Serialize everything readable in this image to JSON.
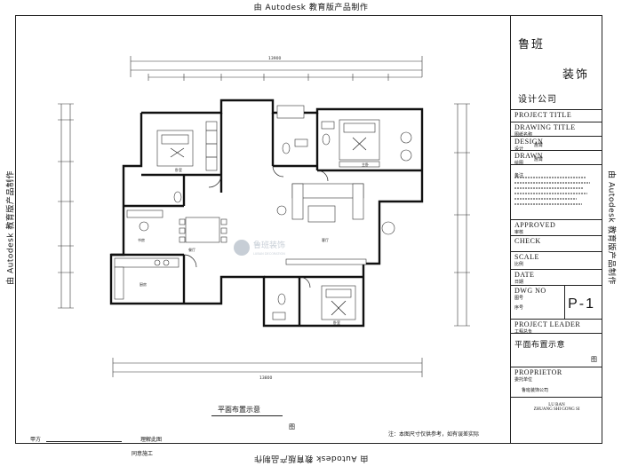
{
  "stamps": {
    "top": "由 Autodesk 教育版产品制作",
    "bottom": "由 Autodesk 教育版产品制作",
    "left": "由 Autodesk 教育版产品制作",
    "right": "由 Autodesk 教育版产品制作"
  },
  "title_block": {
    "company_line1": "鲁班",
    "company_line2": "装饰",
    "company_line3": "设计公司",
    "rows": [
      {
        "en": "PROJECT   TITLE",
        "cn": ""
      },
      {
        "en": "DRAWING   TITLE",
        "cn": "图纸名称"
      },
      {
        "en": "DESIGN",
        "cn": "设计",
        "value": "詹霄"
      },
      {
        "en": "DRAWN",
        "cn": "绘图",
        "value": "詹霄"
      }
    ],
    "notes_label": "备注",
    "approved": "APPROVED",
    "approved_cn": "审核",
    "check": "CHECK",
    "scale": "SCALE",
    "scale_cn": "比例",
    "date": "DATE",
    "date_cn": "日期",
    "dwg_no": "DWG   NO",
    "dwg_no_cn": "图号",
    "sheet_no_cn": "序号",
    "sheet_number": "P-1",
    "project_leader": "PROJECT  LEADER",
    "project_leader_cn": "工程总负",
    "plan_title": "平面布置示意",
    "plan_title_suffix": "图",
    "proprietor": "PROPRIETOR",
    "proprietor_cn": "委托单位",
    "proprietor_value": "鲁班装饰公司",
    "footer_en1": "LU  BAN",
    "footer_en2": "ZHUANG SHI GONG SI"
  },
  "drawing": {
    "top_total": "13900",
    "bottom_total": "13800",
    "watermark": "鲁班装饰",
    "watermark_sub": "LUBAN DECORATION",
    "rooms": {
      "bedroom_a": "卧室",
      "bedroom_b": "主卧",
      "bedroom_c": "卧室",
      "living": "客厅",
      "dining": "餐厅",
      "kitchen": "厨房",
      "study": "书房"
    }
  },
  "captions": {
    "plan_title": "平面布置示意",
    "plan_suffix": "图",
    "note": "注：本图尺寸仅供参考，如有误差实际",
    "party_a": "甲方",
    "manager": "理解此图",
    "construct": "同意施工"
  }
}
